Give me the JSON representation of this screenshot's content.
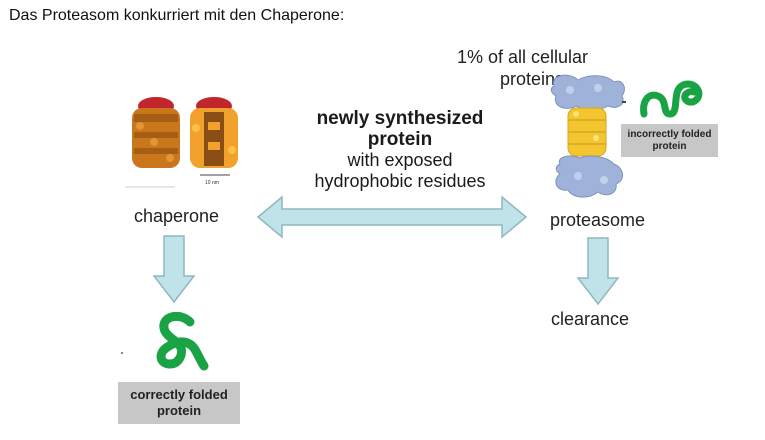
{
  "heading": "Das Proteasom konkurriert mit den Chaperone:",
  "center": {
    "line1": "newly synthesized",
    "line2": "protein",
    "line3": "with exposed",
    "line4": "hydrophobic residues"
  },
  "chaperone": {
    "label": "chaperone",
    "scale": "10 nm",
    "result_line1": "correctly folded",
    "result_line2": "protein"
  },
  "proteasome": {
    "note_line1": "1% of all cellular",
    "note_line2": "proteins",
    "label": "proteasome",
    "substrate_line1": "incorrectly folded",
    "substrate_line2": "protein",
    "result": "clearance"
  },
  "colors": {
    "arrow_fill": "#bfe3e8",
    "arrow_stroke": "#8fb8bf",
    "protein_green": "#1aa345",
    "chaperone_orange": "#d9821f",
    "chaperone_red": "#c0262b",
    "proteasome_blue": "#9fb3da",
    "proteasome_yellow": "#f2c531"
  }
}
